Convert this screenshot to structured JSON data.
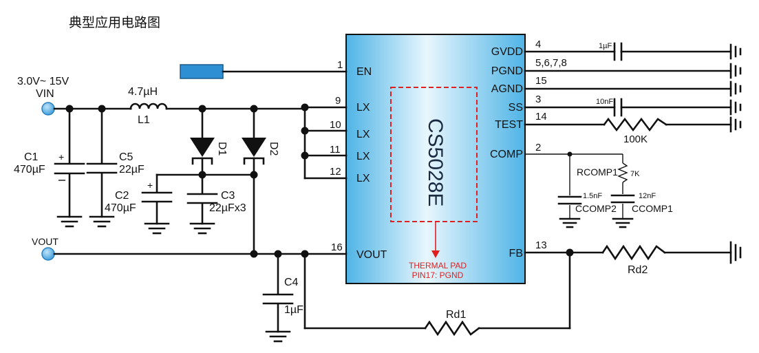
{
  "title": "典型应用电路图",
  "chip": {
    "name": "CS5028E",
    "thermal_pad": [
      "THERMAL PAD",
      "PIN17: PGND"
    ],
    "left_pins": [
      {
        "num": "1",
        "name": "EN"
      },
      {
        "num": "9",
        "name": "LX"
      },
      {
        "num": "10",
        "name": "LX"
      },
      {
        "num": "11",
        "name": "LX"
      },
      {
        "num": "12",
        "name": "LX"
      },
      {
        "num": "16",
        "name": "VOUT"
      }
    ],
    "right_pins": [
      {
        "num": "4",
        "name": "GVDD"
      },
      {
        "num": "5,6,7,8",
        "name": "PGND"
      },
      {
        "num": "15",
        "name": "AGND"
      },
      {
        "num": "3",
        "name": "SS"
      },
      {
        "num": "14",
        "name": "TEST"
      },
      {
        "num": "2",
        "name": "COMP"
      },
      {
        "num": "13",
        "name": "FB"
      }
    ]
  },
  "input": {
    "range": "3.0V~ 15V",
    "name": "VIN"
  },
  "output": {
    "name": "VOUT"
  },
  "components": {
    "L1": {
      "value": "4.7µH",
      "name": "L1"
    },
    "C1": {
      "name": "C1",
      "value": "470µF"
    },
    "C5": {
      "name": "C5",
      "value": "22µF"
    },
    "C2": {
      "name": "C2",
      "value": "470µF"
    },
    "C3": {
      "name": "C3",
      "value": "22µFx3"
    },
    "C4": {
      "name": "C4",
      "value": "1µF"
    },
    "D1": {
      "name": "D1"
    },
    "D2": {
      "name": "D2"
    },
    "gvdd_cap": {
      "value": "1µF"
    },
    "ss_cap": {
      "value": "10nF"
    },
    "test_res": {
      "value": "100K"
    },
    "rcomp1": {
      "name": "RCOMP1",
      "value": "7K"
    },
    "ccomp2": {
      "name": "CCOMP2",
      "value": "1.5nF"
    },
    "ccomp1": {
      "name": "CCOMP1",
      "value": "12nF"
    },
    "rd1": {
      "name": "Rd1"
    },
    "rd2": {
      "name": "Rd2"
    }
  },
  "colors": {
    "chip_edge": "#4fb4e6",
    "chip_center": "#e8f6fd",
    "thermal": "#e02020",
    "node": "#4aa8e0",
    "en_block": "#2f8fd3"
  }
}
